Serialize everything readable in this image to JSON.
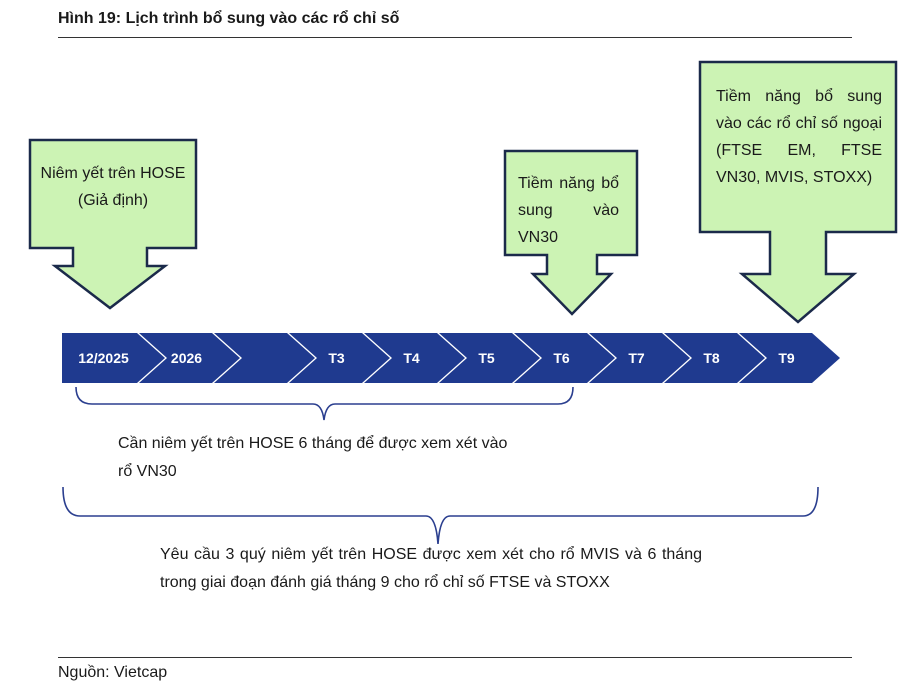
{
  "figure": {
    "title": "Hình 19: Lịch trình bổ sung vào các rổ chỉ số",
    "source": "Nguồn: Vietcap"
  },
  "colors": {
    "chevron": "#1f3a8f",
    "callout_fill": "#ccf3b4",
    "callout_stroke": "#1b2a4a",
    "bracket": "#2b3f8f"
  },
  "timeline": {
    "steps": [
      "12/2025",
      "2026",
      "",
      "T3",
      "T4",
      "T5",
      "T6",
      "T7",
      "T8",
      "T9"
    ]
  },
  "callouts": {
    "listing": "Niêm yết trên HOSE (Giả định)",
    "vn30": "Tiềm năng bổ sung vào VN30",
    "foreign": "Tiềm năng bổ sung vào các rổ chỉ số ngoại (FTSE EM, FTSE VN30, MVIS, STOXX)"
  },
  "brackets": {
    "vn30_requirement": "Cần niêm yết trên HOSE 6 tháng để được xem xét vào rổ VN30",
    "foreign_requirement": "Yêu cầu 3 quý niêm yết trên HOSE được xem xét cho rổ MVIS và 6 tháng trong giai đoạn đánh giá tháng 9 cho rổ chỉ số FTSE và STOXX"
  }
}
